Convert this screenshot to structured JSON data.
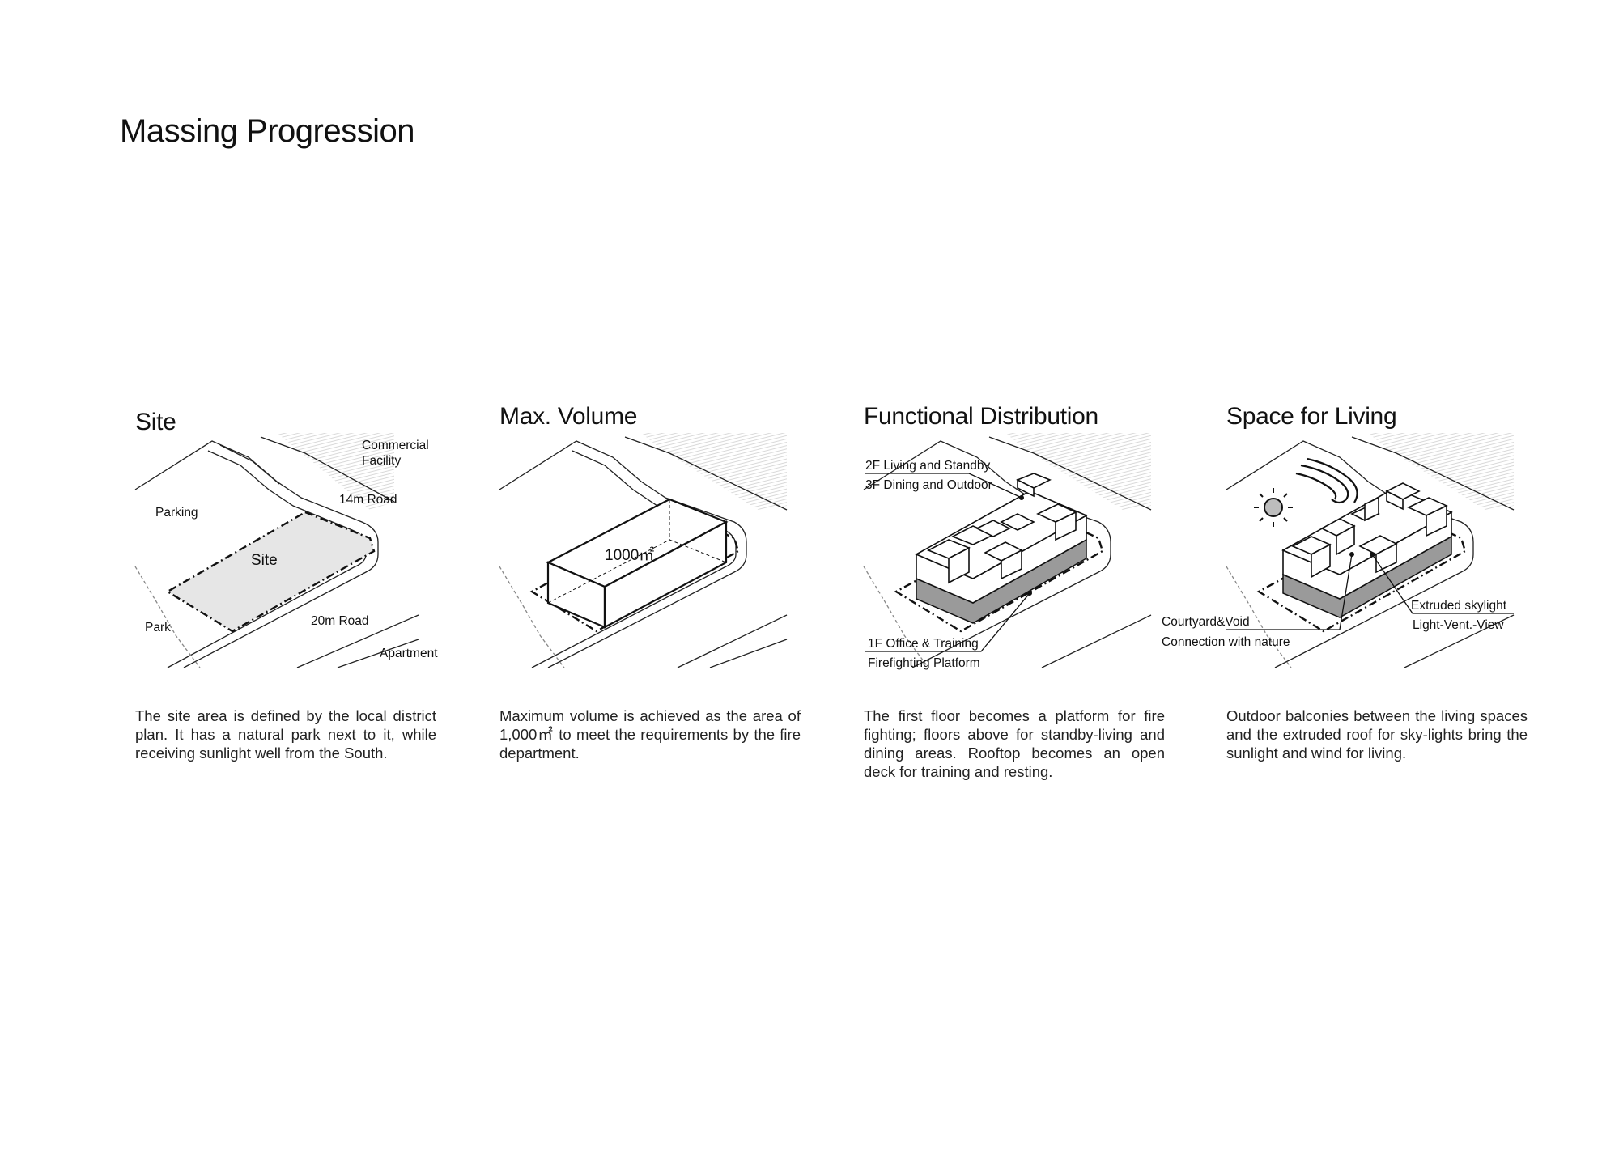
{
  "title": "Massing Progression",
  "panels": [
    {
      "title": "Site",
      "labels": {
        "commercial_1": "Commercial",
        "commercial_2": "Facility",
        "road14": "14m Road",
        "parking": "Parking",
        "site": "Site",
        "park": "Park",
        "road20": "20m Road",
        "apartment": "Apartment"
      },
      "description": "The site area is defined by the local district plan. It has a natural park next to it, while receiving sunlight well from the South."
    },
    {
      "title": "Max. Volume",
      "labels": {
        "area": "1000㎡"
      },
      "description": "Maximum volume is achieved as the area of 1,000㎡ to meet the requirements by the fire department."
    },
    {
      "title": "Functional Distribution",
      "labels": {
        "upper_1": "2F Living and Standby",
        "upper_2": "3F Dining and Outdoor",
        "lower_1": "1F Office & Training",
        "lower_2": "Firefighting Platform"
      },
      "description": "The first floor becomes a platform for fire fighting; floors above for standby-living and dining areas. Rooftop becomes an open deck for training and resting."
    },
    {
      "title": "Space for Living",
      "labels": {
        "skylight_1": "Extruded skylight",
        "skylight_2": "Light-Vent.-View",
        "court_1": "Courtyard&Void",
        "court_2": "Connection with nature"
      },
      "description": "Outdoor balconies between the living spaces and the extruded roof for sky-lights bring the sunlight and wind for living."
    }
  ],
  "icons": [
    "sun-icon",
    "wind-icon"
  ],
  "colors": {
    "ink": "#111111",
    "site_fill": "#e6e6e6",
    "ground_fill": "#9a9a9a",
    "hatch": "#cfcfcf"
  }
}
